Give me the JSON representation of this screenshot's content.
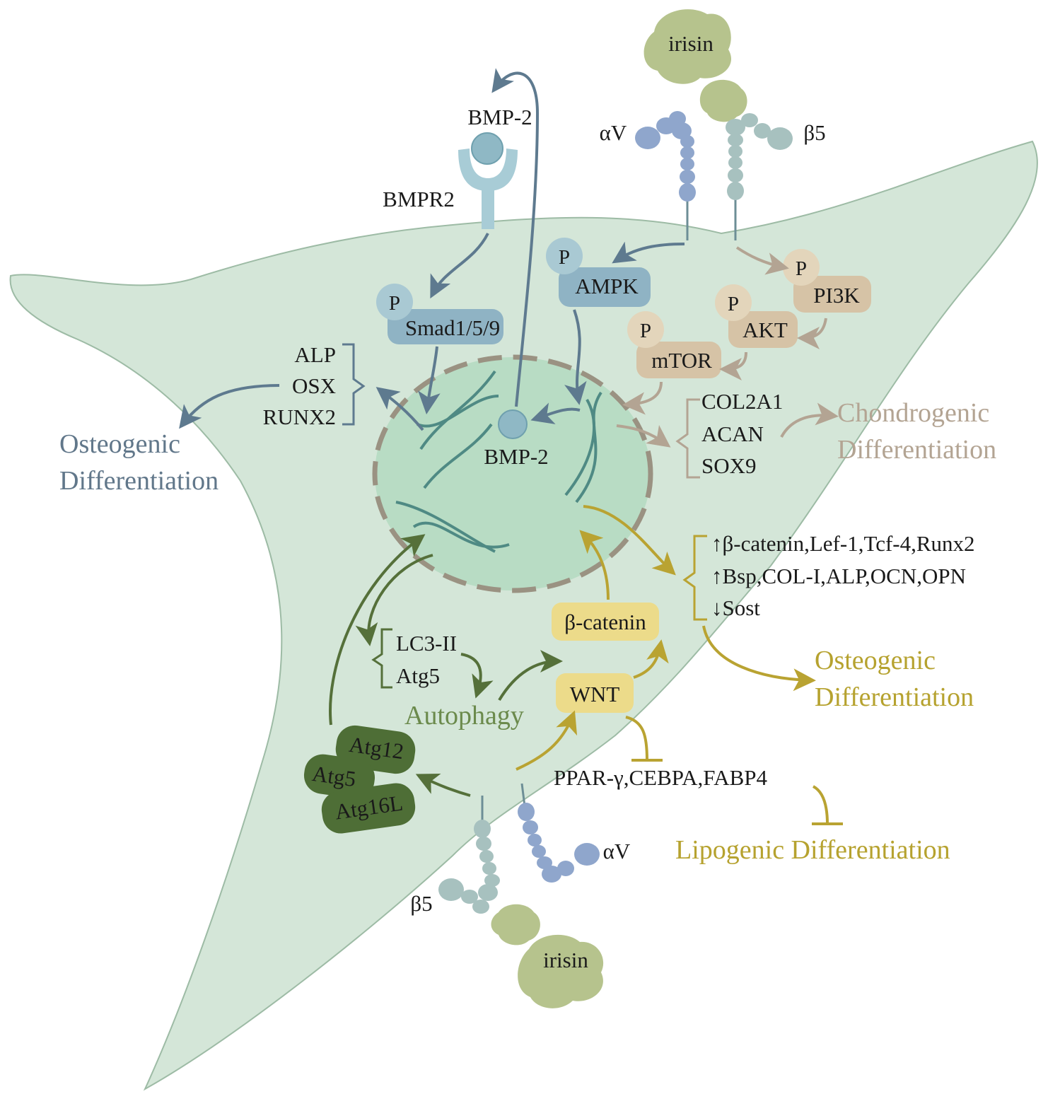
{
  "irisin_top": "irisin",
  "irisin_bottom": "irisin",
  "integrin_top": {
    "alpha": "αV",
    "beta": "β5"
  },
  "integrin_bottom": {
    "alpha": "αV",
    "beta": "β5"
  },
  "bmp": {
    "ligand_outside": "BMP-2",
    "receptor": "BMPR2",
    "ligand_nucleus": "BMP-2",
    "smad": "Smad1/5/9",
    "phospho": "P"
  },
  "ampk": {
    "label": "AMPK",
    "phospho": "P"
  },
  "pi3k": {
    "label": "PI3K",
    "phospho": "P"
  },
  "akt": {
    "label": "AKT",
    "phospho": "P"
  },
  "mtor": {
    "label": "mTOR",
    "phospho": "P"
  },
  "osteo_markers_left": [
    "ALP",
    "OSX",
    "RUNX2"
  ],
  "osteo_left": [
    "Osteogenic",
    "Differentiation"
  ],
  "chondro_markers": [
    "COL2A1",
    "ACAN",
    "SOX9"
  ],
  "chondro": [
    "Chondrogenic",
    "Differentiation"
  ],
  "wnt_genes": [
    "↑β-catenin,Lef-1,Tcf-4,Runx2",
    "↑Bsp,COL-I,ALP,OCN,OPN",
    "↓Sost"
  ],
  "osteo_right": [
    "Osteogenic",
    "Differentiation"
  ],
  "beta_catenin": "β-catenin",
  "wnt": "WNT",
  "lipo_genes": "PPAR-γ,CEBPA,FABP4",
  "lipo": "Lipogenic Differentiation",
  "autophagy_markers": [
    "LC3-II",
    "Atg5"
  ],
  "autophagy": "Autophagy",
  "atg_complex": [
    "Atg12",
    "Atg5",
    "Atg16L"
  ],
  "colors": {
    "cell": "#d4e6d8",
    "nucleus": "#b8dcc4",
    "blue_path": "#5e7a8f",
    "tan_path": "#b3a493",
    "olive_path": "#b9a332",
    "green_path": "#55703a",
    "osteo_blue_text": "#61778a",
    "chondro_text": "#b3a493",
    "olive_text": "#b6a22f",
    "autophagy_text": "#6b8a4c"
  }
}
